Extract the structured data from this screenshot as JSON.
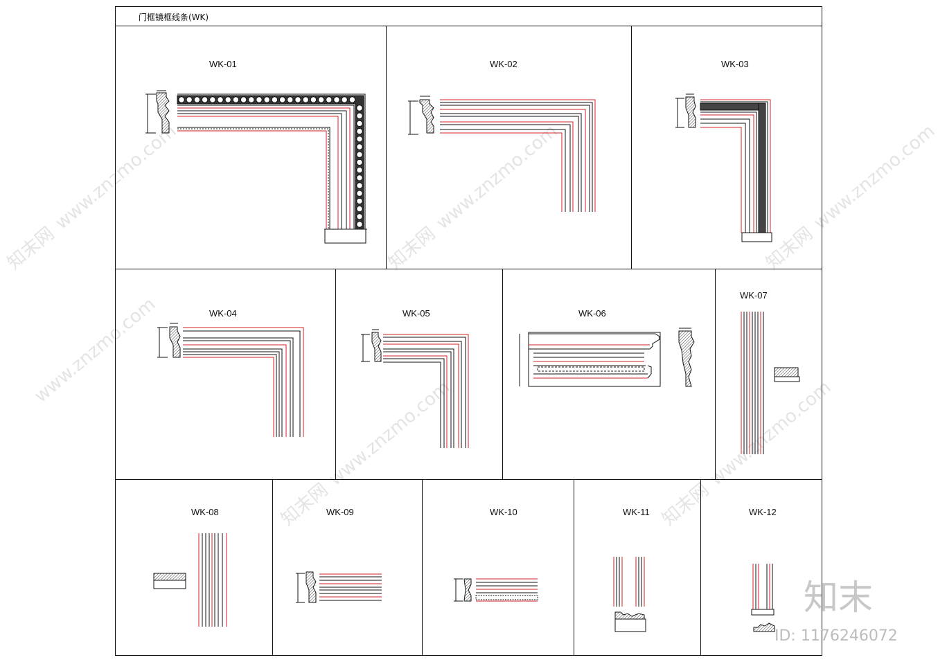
{
  "sheet": {
    "title": "门框镜框线条(WK)",
    "panels": [
      {
        "id": "p01",
        "label": "WK-01"
      },
      {
        "id": "p02",
        "label": "WK-02"
      },
      {
        "id": "p03",
        "label": "WK-03"
      },
      {
        "id": "p04",
        "label": "WK-04"
      },
      {
        "id": "p05",
        "label": "WK-05"
      },
      {
        "id": "p06",
        "label": "WK-06"
      },
      {
        "id": "p07",
        "label": "WK-07"
      },
      {
        "id": "p08",
        "label": "WK-08"
      },
      {
        "id": "p09",
        "label": "WK-09"
      },
      {
        "id": "p10",
        "label": "WK-10"
      },
      {
        "id": "p11",
        "label": "WK-11"
      },
      {
        "id": "p12",
        "label": "WK-12"
      }
    ]
  },
  "watermark": {
    "site": "www.znzmo.com",
    "cn": "知末网",
    "brand": "知末",
    "id_text": "ID: 1176246072"
  },
  "colors": {
    "line": "#111111",
    "accent": "#d42020",
    "watermark": "#cfcfcf"
  }
}
